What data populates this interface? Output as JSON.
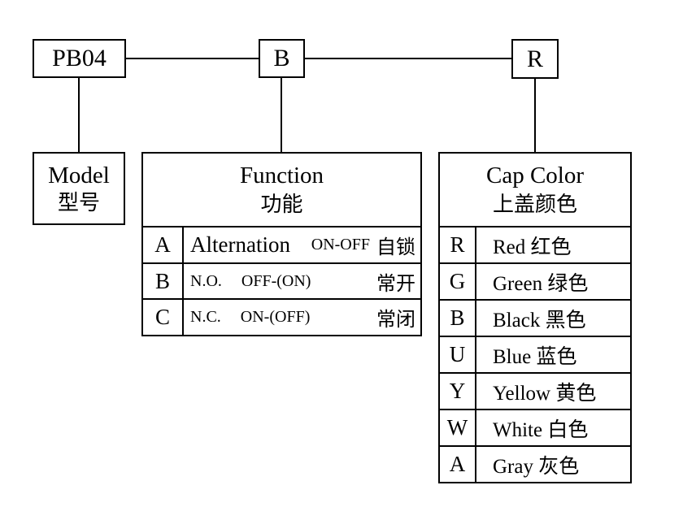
{
  "d": {
    "codes": {
      "model": "PB04",
      "function": "B",
      "cap_color": "R"
    },
    "model_box": {
      "title_en": "Model",
      "title_zh": "型号"
    },
    "function_table": {
      "title_en": "Function",
      "title_zh": "功能",
      "rows": [
        {
          "code": "A",
          "desc_en": "Alternation",
          "mode": "ON-OFF",
          "desc_zh": "自锁"
        },
        {
          "code": "B",
          "desc_en": "N.O.",
          "mode": "OFF-(ON)",
          "desc_zh": "常开"
        },
        {
          "code": "C",
          "desc_en": "N.C.",
          "mode": "ON-(OFF)",
          "desc_zh": "常闭"
        }
      ]
    },
    "cap_color_table": {
      "title_en": "Cap Color",
      "title_zh": "上盖颜色",
      "rows": [
        {
          "code": "R",
          "label": "Red 红色"
        },
        {
          "code": "G",
          "label": "Green 绿色"
        },
        {
          "code": "B",
          "label": "Black 黑色"
        },
        {
          "code": "U",
          "label": "Blue 蓝色"
        },
        {
          "code": "Y",
          "label": "Yellow 黄色"
        },
        {
          "code": "W",
          "label": "White 白色"
        },
        {
          "code": "A",
          "label": "Gray 灰色"
        }
      ]
    },
    "colors": {
      "line": "#000000",
      "background": "#ffffff",
      "text": "#000000"
    }
  }
}
